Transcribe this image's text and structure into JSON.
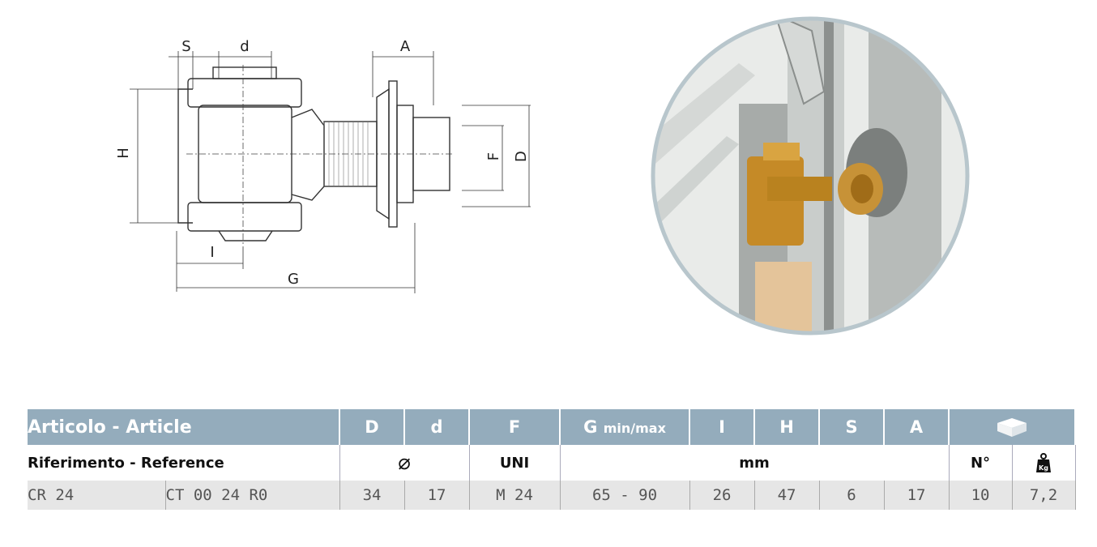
{
  "drawing_labels": {
    "S": "S",
    "d": "d",
    "A": "A",
    "H": "H",
    "F": "F",
    "D": "D",
    "I": "I",
    "G": "G"
  },
  "table": {
    "header": {
      "article": "Articolo - Article",
      "D": "D",
      "d": "d",
      "F": "F",
      "G_main": "G",
      "G_sub": "min/max",
      "I": "I",
      "H": "H",
      "S": "S",
      "A": "A",
      "package_icon": "box-icon"
    },
    "subheader": {
      "reference": "Riferimento - Reference",
      "diameter_symbol": "⌀",
      "uni": "UNI",
      "mm": "mm",
      "count": "N°",
      "weight_icon": "kg-weight-icon",
      "weight_icon_text": "Kg"
    },
    "rows": [
      {
        "code": "CR 24",
        "ref": "CT 00 24 R0",
        "D": "34",
        "d": "17",
        "F": "M 24",
        "G": "65 - 90",
        "I": "26",
        "H": "47",
        "S": "6",
        "A": "17",
        "N": "10",
        "kg": "7,2"
      }
    ],
    "colors": {
      "header_bg": "#94acbc",
      "row_bg": "#e6e6e6"
    }
  }
}
